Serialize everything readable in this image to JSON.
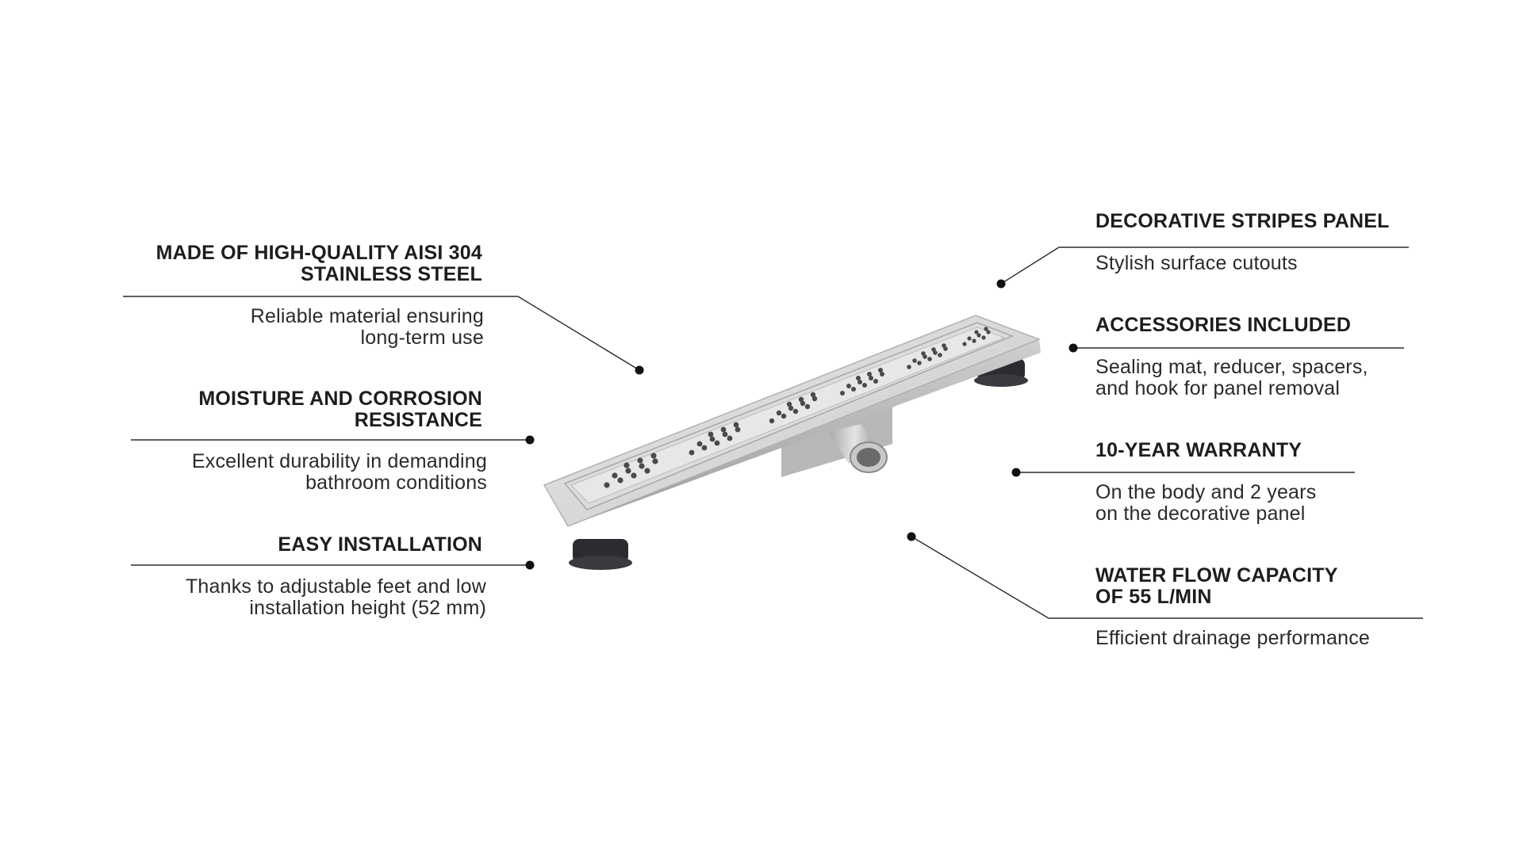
{
  "left_features": [
    {
      "title_line1": "MADE OF HIGH-QUALITY AISI 304",
      "title_line2": "STAINLESS STEEL",
      "desc_line1": "Reliable material ensuring",
      "desc_line2": "long-term use"
    },
    {
      "title_line1": "MOISTURE AND CORROSION",
      "title_line2": "RESISTANCE",
      "desc_line1": "Excellent durability in demanding",
      "desc_line2": "bathroom conditions"
    },
    {
      "title_line1": "EASY INSTALLATION",
      "desc_line1": "Thanks to adjustable feet and low",
      "desc_line2": "installation height (52 mm)"
    }
  ],
  "right_features": [
    {
      "title_line1": "DECORATIVE STRIPES PANEL",
      "desc_line1": "Stylish surface cutouts"
    },
    {
      "title_line1": "ACCESSORIES INCLUDED",
      "desc_line1": "Sealing mat, reducer, spacers,",
      "desc_line2": "and hook for panel removal"
    },
    {
      "title_line1": "10-YEAR WARRANTY",
      "desc_line1": "On the body and 2 years",
      "desc_line2": "on the decorative panel"
    },
    {
      "title_line1": "WATER FLOW CAPACITY",
      "title_line2": "OF 55 L/MIN",
      "desc_line1": "Efficient drainage performance"
    }
  ],
  "colors": {
    "text": "#1d1d1f",
    "leader_line": "#2b2b2b",
    "steel_light": "#e4e4e4",
    "steel_mid": "#c9c9c9",
    "steel_dark": "#9a9a9a",
    "feet": "#2b2c30"
  },
  "icons": {
    "product": "linear-shower-drain-illustration",
    "pointer": "leader-dot-icon"
  }
}
